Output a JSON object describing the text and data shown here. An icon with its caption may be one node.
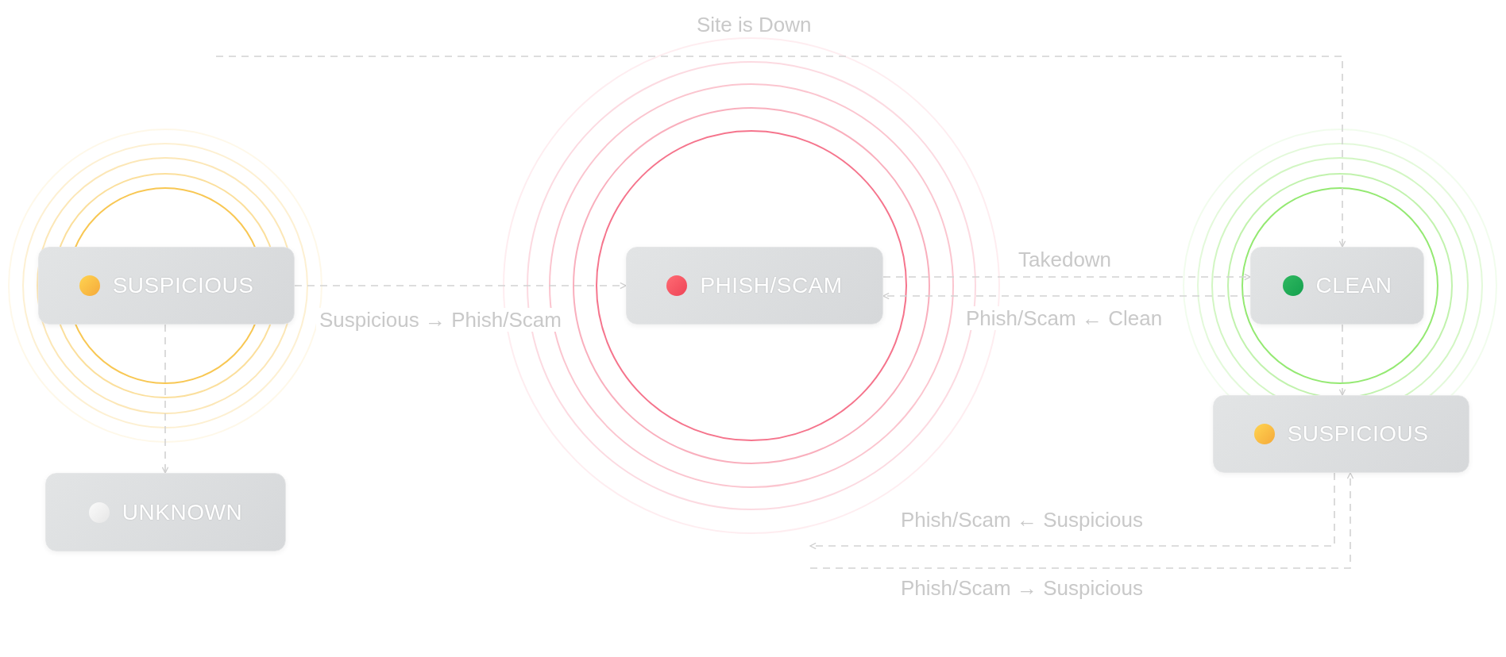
{
  "diagram": {
    "nodes": [
      {
        "text": [
          "SUSPICIOUS"
        ]
      },
      {
        "text": [
          "PHISH/SCAM"
        ]
      },
      {
        "text": [
          "CLEAN"
        ]
      },
      {
        "text": [
          "SUSPICIOUS"
        ]
      },
      {
        "text": [
          "UNKNOWN"
        ]
      }
    ],
    "edges": [
      {
        "from": null,
        "to": 2,
        "arrow": "to",
        "label": "Site is Down",
        "style": "dashed"
      },
      {
        "from": 0,
        "to": 1,
        "arrow": "to",
        "label": "Suspicious → Phish/Scam",
        "style": "dashed"
      },
      {
        "from": 1,
        "to": 2,
        "arrow": "to",
        "label": "Takedown",
        "style": "dashed"
      },
      {
        "from": 2,
        "to": 1,
        "arrow": "to",
        "label": "Phish/Scam ← Clean",
        "style": "dashed"
      },
      {
        "from": 0,
        "to": 4,
        "arrow": "to",
        "style": "dashed"
      },
      {
        "from": 2,
        "to": 3,
        "arrow": "to",
        "style": "dashed"
      },
      {
        "from": 3,
        "to": null,
        "arrow": "to",
        "label": "Phish/Scam ← Suspicious",
        "style": "dashed"
      },
      {
        "from": null,
        "to": 3,
        "arrow": "to",
        "label": "Phish/Scam → Suspicious",
        "style": "dashed"
      }
    ]
  }
}
